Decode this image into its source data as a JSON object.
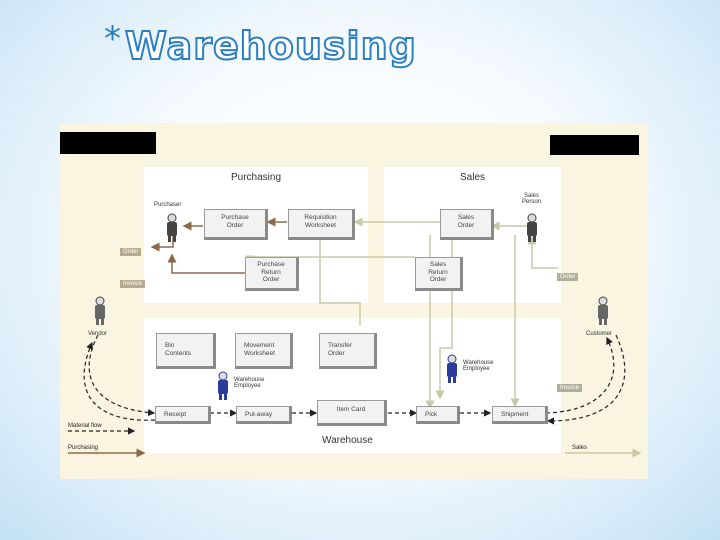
{
  "slide": {
    "bullet": "*",
    "title": "Warehousing"
  },
  "diagram": {
    "purchasing_title": "Purchasing",
    "sales_title": "Sales",
    "warehouse_title": "Warehouse",
    "boxes": {
      "purchase_order": "Purchase\nOrder",
      "requisition_worksheet": "Requisition\nWorksheet",
      "sales_order": "Sales\nOrder",
      "purchase_return_order": "Purchase\nReturn\nOrder",
      "sales_return_order": "Sales\nReturn\nOrder",
      "bin_contents": "Bin\nContents",
      "movement_worksheet": "Movement\nWorksheet",
      "transfer_order": "Transfer\nOrder",
      "item_card": "Item Card",
      "receipt": "Receipt",
      "put_away": "Put-away",
      "pick": "Pick",
      "shipment": "Shipment"
    },
    "people": {
      "purchaser": "Purchaser",
      "sales_person": "Sales\nPerson",
      "vendor": "Vendor",
      "customer": "Customer",
      "warehouse_employee": "Warehouse\nEmployee",
      "warehouse_employee_2": "Warehouse\nEmployee"
    },
    "tags": {
      "order_left": "Order",
      "invoice_left": "Invoice",
      "order_right": "Order",
      "invoice_right": "Invoice"
    },
    "legend": {
      "material_flow": "Material flow",
      "purchasing": "Purchasing",
      "sales": "Sales"
    },
    "colors": {
      "background": "#faf5e1",
      "panel": "#ffffff",
      "purchasing_flow": "#8b6a4a",
      "sales_flow": "#c9c9a8",
      "material_flow": "#222222",
      "person_gray": "#444444",
      "person_blue": "#2b3c9a"
    }
  }
}
